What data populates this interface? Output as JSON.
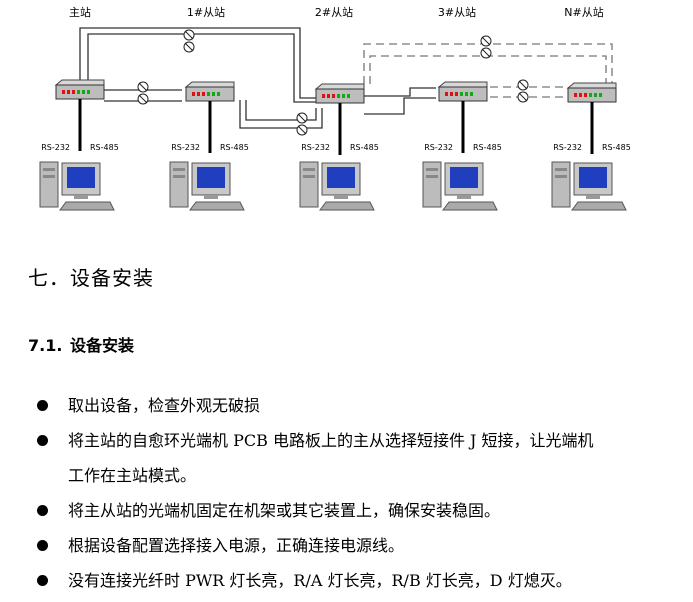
{
  "diagram": {
    "stations": [
      "主站",
      "1#从站",
      "2#从站",
      "3#从站",
      "N#从站"
    ],
    "port_labels": {
      "rs232": "RS-232",
      "rs485": "RS-485"
    }
  },
  "section": {
    "title": "七．设备安装"
  },
  "subsection": {
    "number": "7.1.",
    "title": "设备安装"
  },
  "bullets": [
    {
      "lines": [
        "取出设备，检查外观无破损"
      ]
    },
    {
      "lines": [
        "将主站的自愈环光端机 PCB 电路板上的主从选择短接件 J 短接，让光端机",
        "工作在主站模式。"
      ]
    },
    {
      "lines": [
        "将主从站的光端机固定在机架或其它装置上，确保安装稳固。"
      ]
    },
    {
      "lines": [
        "根据设备配置选择接入电源，正确连接电源线。"
      ]
    },
    {
      "lines": [
        "没有连接光纤时 PWR 灯长亮，R/A 灯长亮，R/B 灯长亮，D 灯熄灭。"
      ]
    }
  ]
}
